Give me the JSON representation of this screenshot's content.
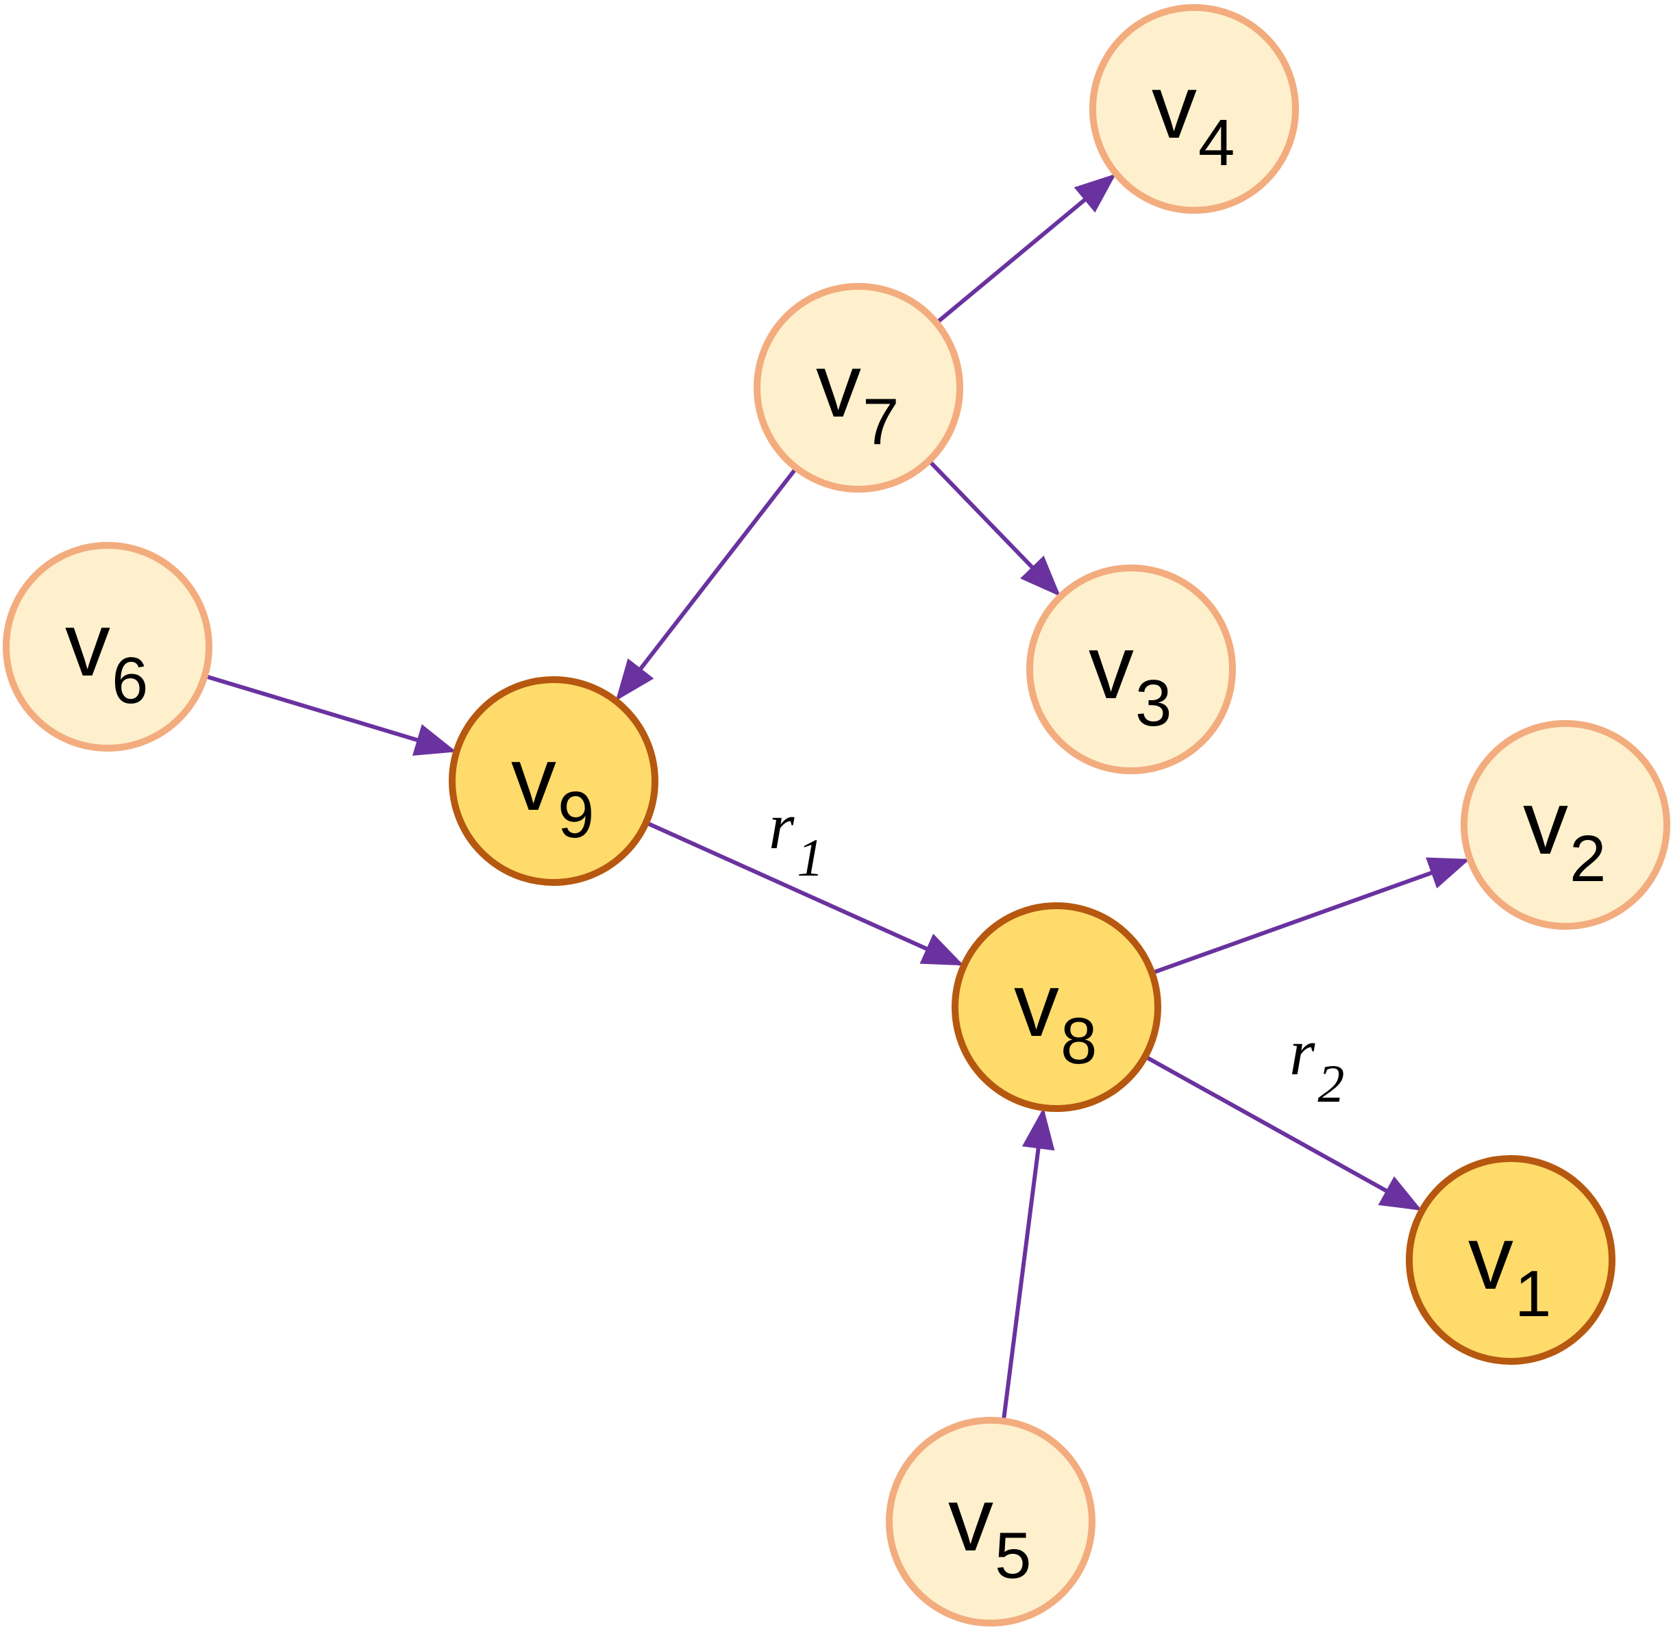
{
  "colors": {
    "edge": "#6a329f",
    "node_fill": "#fef0cd",
    "node_stroke": "#f3ac7e",
    "highlight_fill": "#fedb6a",
    "highlight_stroke": "#b6580f",
    "text": "#000000"
  },
  "nodes": [
    {
      "id": "v1",
      "main": "v",
      "sub": "1",
      "highlighted": true
    },
    {
      "id": "v2",
      "main": "v",
      "sub": "2",
      "highlighted": false
    },
    {
      "id": "v3",
      "main": "v",
      "sub": "3",
      "highlighted": false
    },
    {
      "id": "v4",
      "main": "v",
      "sub": "4",
      "highlighted": false
    },
    {
      "id": "v5",
      "main": "v",
      "sub": "5",
      "highlighted": false
    },
    {
      "id": "v6",
      "main": "v",
      "sub": "6",
      "highlighted": false
    },
    {
      "id": "v7",
      "main": "v",
      "sub": "7",
      "highlighted": false
    },
    {
      "id": "v8",
      "main": "v",
      "sub": "8",
      "highlighted": true
    },
    {
      "id": "v9",
      "main": "v",
      "sub": "9",
      "highlighted": true
    }
  ],
  "edges": [
    {
      "from": "v7",
      "to": "v4"
    },
    {
      "from": "v7",
      "to": "v9"
    },
    {
      "from": "v7",
      "to": "v3"
    },
    {
      "from": "v6",
      "to": "v9"
    },
    {
      "from": "v9",
      "to": "v8",
      "label_main": "r",
      "label_sub": "1"
    },
    {
      "from": "v8",
      "to": "v2"
    },
    {
      "from": "v8",
      "to": "v1",
      "label_main": "r",
      "label_sub": "2"
    },
    {
      "from": "v5",
      "to": "v8"
    }
  ]
}
